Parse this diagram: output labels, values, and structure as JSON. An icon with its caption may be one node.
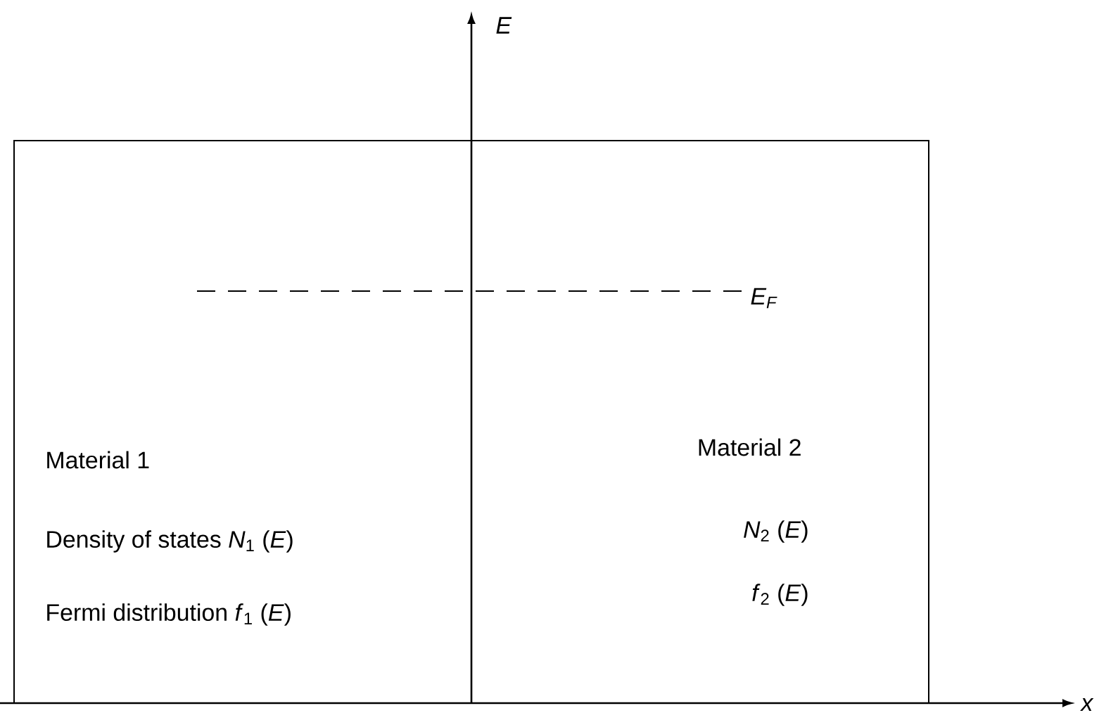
{
  "diagram": {
    "nodes": [
      {
        "text": [
          "Material 1",
          "Density of states *N*$_{1}$ (*E*)",
          "Fermi distribution *f*$_{1}$ (*E*)"
        ]
      },
      {
        "text": [
          "Material 2",
          "*N*$_{2}$ (*E*)",
          "*f*$_{2}$ (*E*)"
        ]
      }
    ],
    "edges": [],
    "labels": [
      "E",
      "E$_{F}$",
      "x"
    ]
  }
}
